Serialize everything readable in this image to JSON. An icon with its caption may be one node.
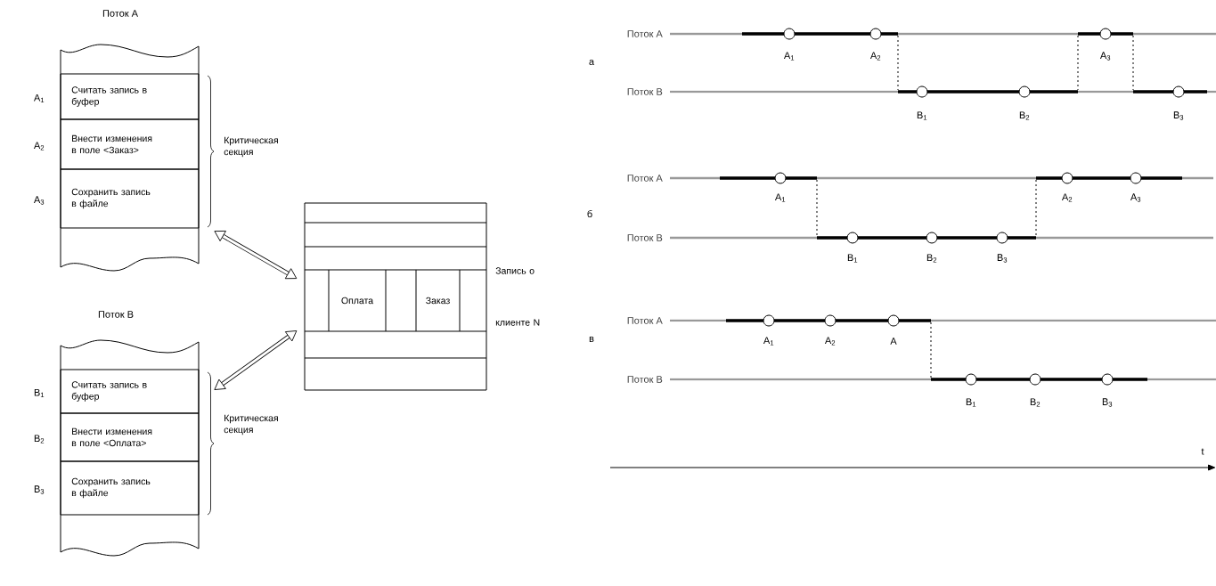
{
  "diagram": {
    "nodes": [
      {
        "text": [
          "Поток А"
        ]
      },
      {
        "text": [
          "Считать запись в буфер"
        ],
        "in": 0,
        "beside": [
          "A$_{1}$"
        ]
      },
      {
        "text": [
          "Внести изменения в поле <Заказ>"
        ],
        "in": 0,
        "beside": [
          "A$_{2}$"
        ]
      },
      {
        "text": [
          "Сохранить запись в файле"
        ],
        "in": 0,
        "beside": [
          "A$_{3}$"
        ]
      },
      {
        "text": [
          "Поток В"
        ]
      },
      {
        "text": [
          "Считать запись в буфер"
        ],
        "in": 4,
        "beside": [
          "B$_{1}$"
        ]
      },
      {
        "text": [
          "Внести изменения в поле  <Оплата>"
        ],
        "in": 4,
        "beside": [
          "B$_{2}$"
        ]
      },
      {
        "text": [
          "Сохранить запись в файле"
        ],
        "in": 4,
        "beside": [
          "B$_{3}$"
        ]
      },
      {
        "text": [
          "Запись о клиенте N"
        ]
      },
      {
        "text": [
          "Оплата"
        ],
        "in": 8
      },
      {
        "text": [
          "Заказ"
        ],
        "in": 8
      }
    ],
    "edges": [
      {
        "from": 0,
        "to": 8,
        "arrow": "both"
      },
      {
        "from": 4,
        "to": 8,
        "arrow": "both"
      }
    ],
    "labels": [
      "Критическая секция",
      "Критическая секция",
      "Поток А",
      "A$_{1}$",
      "A$_{2}$",
      "A$_{3}$",
      "а",
      "Поток В",
      "B$_{1}$",
      "B$_{2}$",
      "B$_{3}$",
      "Поток А",
      "A$_{1}$",
      "A$_{2}$",
      "A$_{3}$",
      "б",
      "Поток В",
      "B$_{1}$",
      "B$_{2}$",
      "B$_{3}$",
      "Поток А",
      "в",
      "A$_{1}$",
      "A$_{2}$",
      "A",
      "Поток В",
      "B$_{1}$",
      "B$_{2}$",
      "B$_{3}$",
      "t"
    ]
  }
}
